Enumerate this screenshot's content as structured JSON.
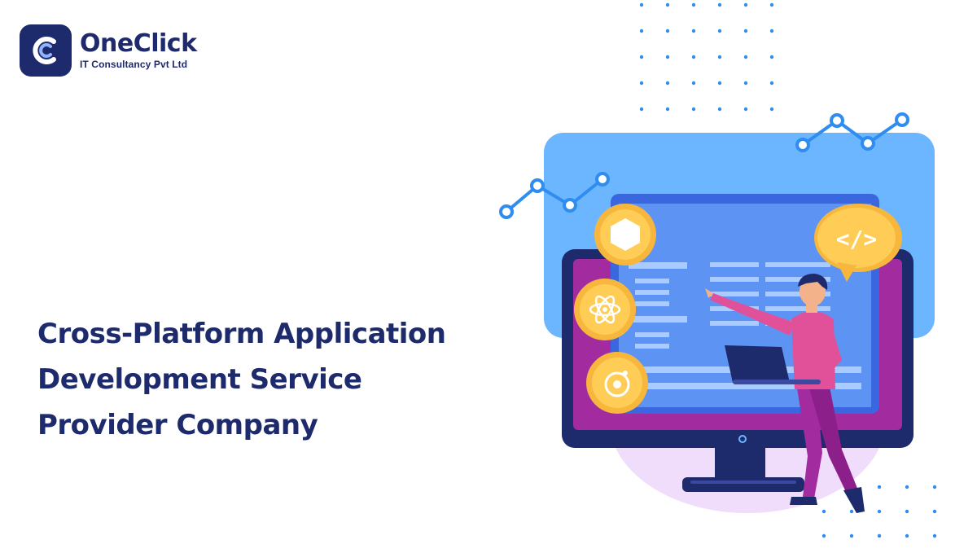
{
  "brand": {
    "name": "OneClick",
    "tagline": "IT Consultancy Pvt Ltd"
  },
  "headline": {
    "lines": [
      "Cross-Platform Application",
      "Development Service",
      "Provider Company"
    ]
  },
  "illustration": {
    "code_bubble_text": "</>",
    "icons": [
      "hexagon-icon",
      "atom-icon",
      "ring-icon",
      "code-icon"
    ]
  },
  "colors": {
    "navy": "#1d2a6b",
    "accent_blue": "#2f8cf0",
    "panel_blue": "#6cb6ff",
    "magenta": "#a22ba0",
    "gold": "#f6b73c"
  }
}
